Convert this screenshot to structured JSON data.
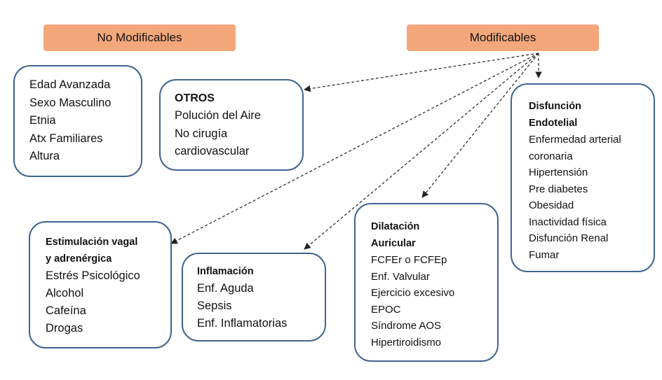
{
  "headers": {
    "no_modificables": "No Modificables",
    "modificables": "Modificables"
  },
  "boxes": {
    "no_mod": {
      "items": [
        "Edad Avanzada",
        "Sexo Masculino",
        "Etnia",
        "Atx Familiares",
        "Altura"
      ]
    },
    "otros": {
      "title": "OTROS",
      "items": [
        "Polución del Aire",
        "No cirugía",
        "cardiovascular"
      ]
    },
    "disfuncion": {
      "title_lines": [
        "Disfunción",
        "Endotelial"
      ],
      "items": [
        "Enfermedad arterial",
        "coronaria",
        "Hipertensión",
        "Pre diabetes",
        "Obesidad",
        "Inactividad física",
        "Disfunción Renal",
        "Fumar"
      ]
    },
    "estimulacion": {
      "title_lines": [
        "Estimulación vagal",
        "y adrenérgica"
      ],
      "items": [
        "Estrés Psicológico",
        "Alcohol",
        "Cafeína",
        "Drogas"
      ]
    },
    "inflamacion": {
      "title": "Inflamación",
      "items": [
        "Enf. Aguda",
        "Sepsis",
        "Enf. Inflamatorias"
      ]
    },
    "dilatacion": {
      "title_lines": [
        "Dilatación",
        "Auricular"
      ],
      "items": [
        "FCFEr o FCFEp",
        "Enf. Valvular",
        "Ejercicio excesivo",
        "EPOC",
        "Síndrome AOS",
        "Hipertiroidismo"
      ]
    }
  },
  "colors": {
    "header_fill": "#f4a77a",
    "box_border": "#3f6590",
    "arrow": "#222222"
  }
}
